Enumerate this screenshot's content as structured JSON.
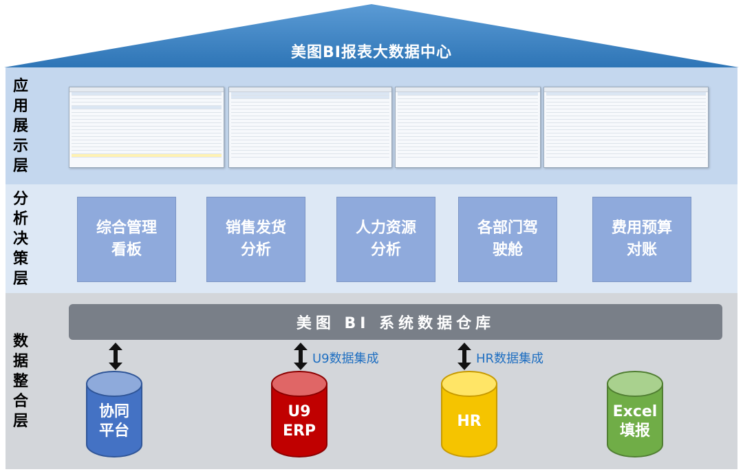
{
  "roof": {
    "title": "美图BI报表大数据中心"
  },
  "layers": {
    "app": {
      "label": [
        "应",
        "用",
        "展",
        "示",
        "层"
      ]
    },
    "analysis": {
      "label": [
        "分",
        "析",
        "决",
        "策",
        "层"
      ]
    },
    "data": {
      "label": [
        "数",
        "据",
        "整",
        "合",
        "层"
      ]
    }
  },
  "analysis_boxes": [
    {
      "label": "综合管理\n看板"
    },
    {
      "label": "销售发货\n分析"
    },
    {
      "label": "人力资源\n分析"
    },
    {
      "label": "各部门驾\n驶舱"
    },
    {
      "label": "费用预算\n对账"
    }
  ],
  "warehouse": {
    "title": "美图 BI 系统数据仓库"
  },
  "integrations": [
    {
      "label": ""
    },
    {
      "label": "U9数据集成"
    },
    {
      "label": "HR数据集成"
    }
  ],
  "sources": [
    {
      "label": "协同\n平台",
      "color": "#4472c4",
      "top_color": "#8eaadb"
    },
    {
      "label": "U9\nERP",
      "color": "#c00000",
      "top_color": "#e06666"
    },
    {
      "label": "HR",
      "color": "#f5c400",
      "top_color": "#ffe566"
    },
    {
      "label": "Excel\n填报",
      "color": "#70ad47",
      "top_color": "#a9d18e"
    }
  ],
  "colors": {
    "roof": "#2e75b6",
    "app_layer": "#c4d7ee",
    "analysis_layer": "#dde8f5",
    "data_layer": "#d3d6da",
    "analysis_box": "#8faadc",
    "warehouse": "#797f88",
    "integration_text": "#1f6fc1"
  }
}
